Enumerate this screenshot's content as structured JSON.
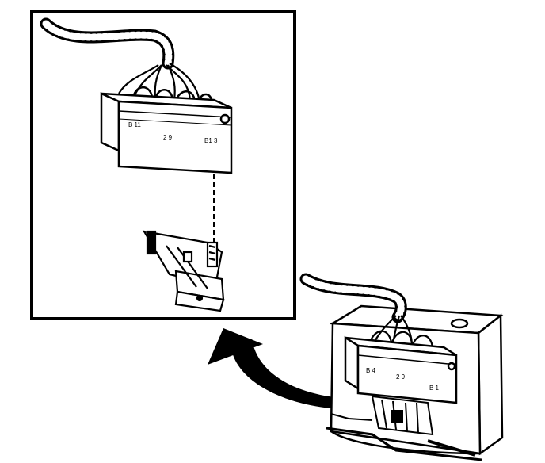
{
  "figure": {
    "labels": {
      "detail_pin_left": "B 11",
      "detail_pin_mid": "2 9",
      "detail_pin_right": "B1 3",
      "main_pin_left": "B 4",
      "main_pin_mid": "2 9",
      "main_pin_right": "B 1"
    },
    "colors": {
      "ink": "#000000",
      "paper": "#ffffff"
    },
    "icons": {
      "arrow": "curved-arrow-icon",
      "connector": "connector-icon",
      "bracket": "mounting-bracket-icon",
      "harness": "wiring-harness-icon"
    }
  }
}
